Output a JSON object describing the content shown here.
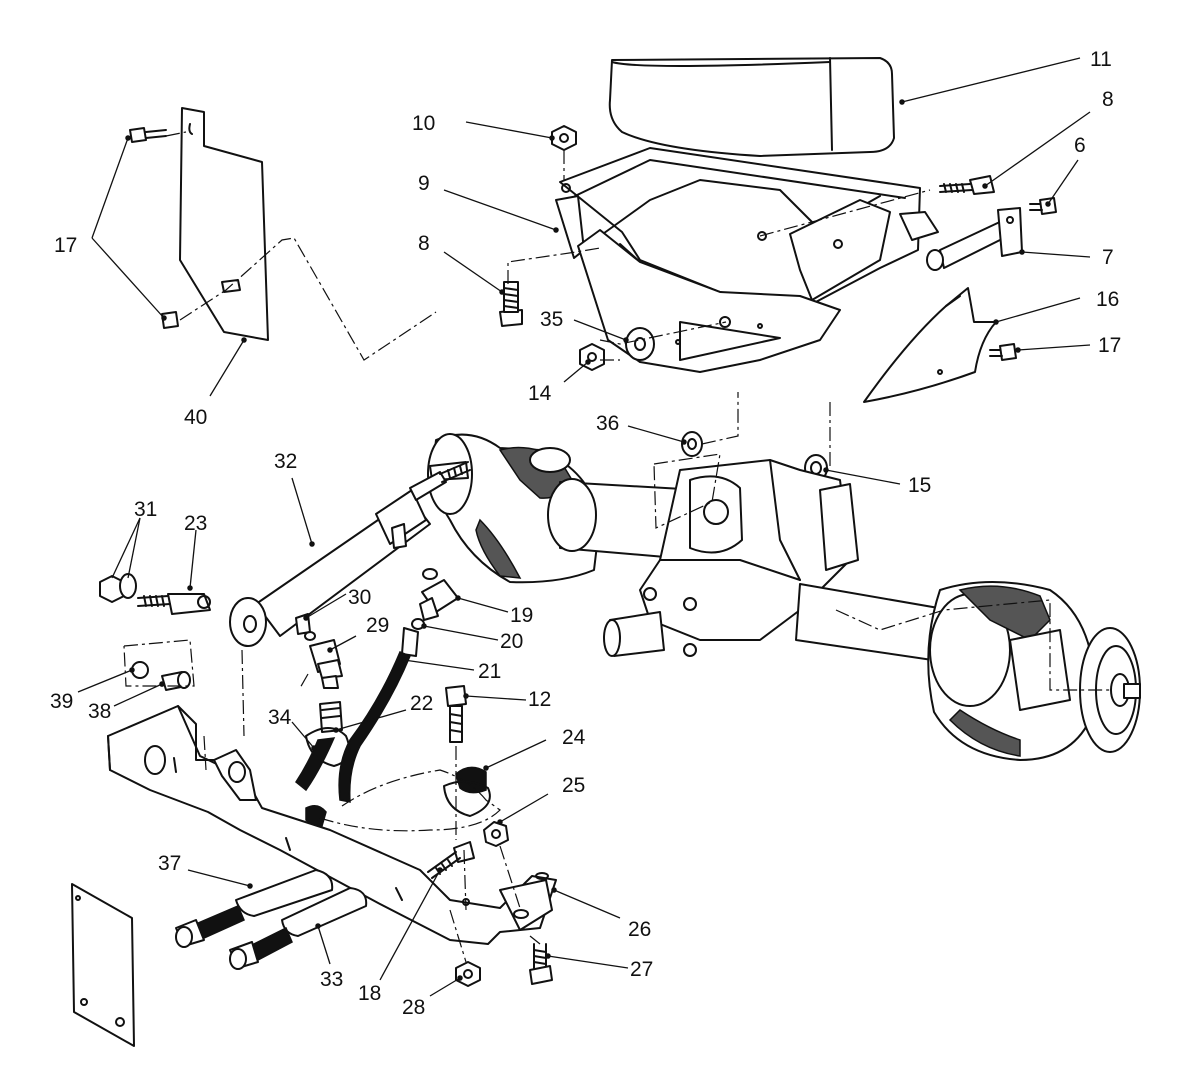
{
  "callouts": [
    {
      "id": "c11",
      "label": "11"
    },
    {
      "id": "c8a",
      "label": "8"
    },
    {
      "id": "c6",
      "label": "6"
    },
    {
      "id": "c7",
      "label": "7"
    },
    {
      "id": "c16",
      "label": "16"
    },
    {
      "id": "c17a",
      "label": "17"
    },
    {
      "id": "c10",
      "label": "10"
    },
    {
      "id": "c9",
      "label": "9"
    },
    {
      "id": "c8b",
      "label": "8"
    },
    {
      "id": "c35",
      "label": "35"
    },
    {
      "id": "c14",
      "label": "14"
    },
    {
      "id": "c36",
      "label": "36"
    },
    {
      "id": "c15",
      "label": "15"
    },
    {
      "id": "c17b",
      "label": "17"
    },
    {
      "id": "c40",
      "label": "40"
    },
    {
      "id": "c32",
      "label": "32"
    },
    {
      "id": "c31",
      "label": "31"
    },
    {
      "id": "c23",
      "label": "23"
    },
    {
      "id": "c30",
      "label": "30"
    },
    {
      "id": "c29",
      "label": "29"
    },
    {
      "id": "c19",
      "label": "19"
    },
    {
      "id": "c20",
      "label": "20"
    },
    {
      "id": "c21",
      "label": "21"
    },
    {
      "id": "c22",
      "label": "22"
    },
    {
      "id": "c12",
      "label": "12"
    },
    {
      "id": "c24",
      "label": "24"
    },
    {
      "id": "c34",
      "label": "34"
    },
    {
      "id": "c39",
      "label": "39"
    },
    {
      "id": "c38",
      "label": "38"
    },
    {
      "id": "c25",
      "label": "25"
    },
    {
      "id": "c26",
      "label": "26"
    },
    {
      "id": "c27",
      "label": "27"
    },
    {
      "id": "c37",
      "label": "37"
    },
    {
      "id": "c33",
      "label": "33"
    },
    {
      "id": "c18",
      "label": "18"
    },
    {
      "id": "c28",
      "label": "28"
    }
  ]
}
